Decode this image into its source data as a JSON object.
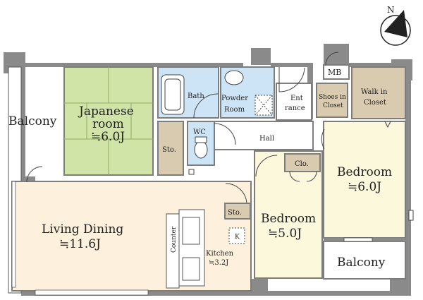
{
  "rooms": {
    "balcony_left": "Balcony",
    "japanese_line1": "Japanese",
    "japanese_line2": "room",
    "japanese_size": "≒6.0J",
    "bath": "Bath",
    "powder_line1": "Powder",
    "powder_line2": "Room",
    "entrance_line1": "Ent",
    "entrance_line2": "rance",
    "shoes_line1": "Shoes in",
    "shoes_line2": "Closet",
    "walkin_line1": "Walk in",
    "walkin_line2": "Closet",
    "mb": "MB",
    "wc": "WC",
    "storage_japanese": "Sto.",
    "hall": "Hall",
    "closet": "Clo.",
    "bedroom_right": "Bedroom",
    "bedroom_right_size": "≒6.0J",
    "living_dining": "Living Dining",
    "living_dining_size": "≒11.6J",
    "storage_kitchen": "Sto.",
    "kitchen": "Kitchen",
    "kitchen_size": "≒3.2J",
    "counter": "Counter",
    "k_mark": "K",
    "bedroom_center": "Bedroom",
    "bedroom_center_size": "≒5.0J",
    "balcony_right": "Balcony"
  },
  "compass": {
    "north": "N"
  },
  "colors": {
    "wall": "#8a8a8a",
    "japanese_room": "#cfe4a6",
    "living": "#fdf0dc",
    "bedroom": "#fbf8dc",
    "wet_area": "#cde3f6",
    "storage": "#d9cbb0",
    "floor_white": "#ffffff"
  }
}
